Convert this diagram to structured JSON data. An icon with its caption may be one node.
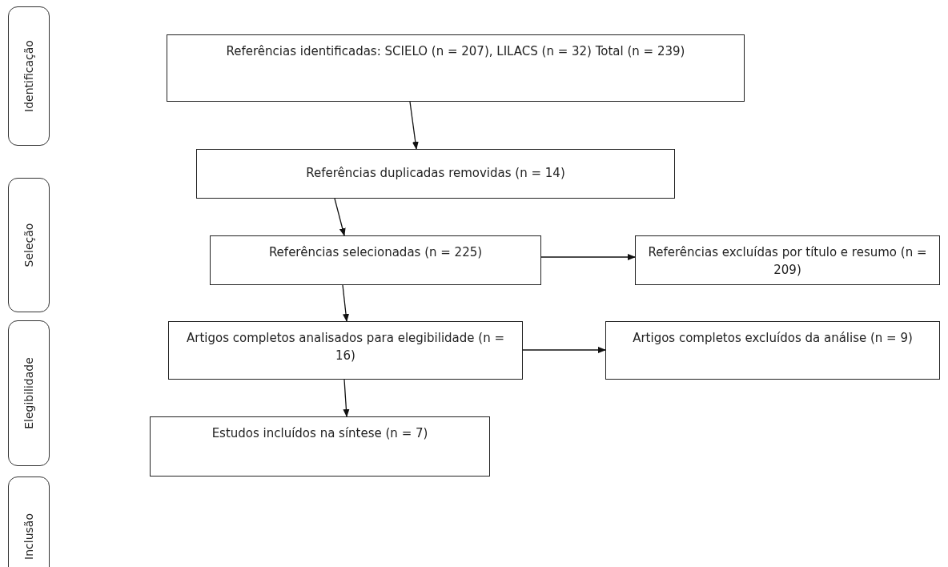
{
  "diagram": {
    "nodes": [
      {
        "text": [
          "Identificação"
        ]
      },
      {
        "text": [
          "Seleção"
        ]
      },
      {
        "text": [
          "Elegibilidade"
        ]
      },
      {
        "text": [
          "Inclusão"
        ]
      },
      {
        "text": [
          "Referências identificadas:  SCIELO (n = 207), LILACS (n = 32) Total (n = 239)"
        ]
      },
      {
        "text": [
          "Referências duplicadas  removidas (n = 14)"
        ]
      },
      {
        "text": [
          "Referências selecionadas (n = 225)"
        ]
      },
      {
        "text": [
          "Referências excluídas por título e resumo (n = 209)"
        ]
      },
      {
        "text": [
          "Artigos completos analisados  para elegibilidade (n = 16)"
        ]
      },
      {
        "text": [
          "Artigos completos excluídos da análise (n = 9)"
        ]
      },
      {
        "text": [
          "Estudos incluídos na síntese (n = 7)"
        ]
      }
    ],
    "edges": [
      {
        "from": 4,
        "to": 5,
        "arrow": "to"
      },
      {
        "from": 5,
        "to": 6,
        "arrow": "to"
      },
      {
        "from": 6,
        "to": 7,
        "arrow": "to"
      },
      {
        "from": 6,
        "to": 8,
        "arrow": "to"
      },
      {
        "from": 8,
        "to": 9,
        "arrow": "to"
      },
      {
        "from": 8,
        "to": 10,
        "arrow": "to"
      }
    ]
  }
}
